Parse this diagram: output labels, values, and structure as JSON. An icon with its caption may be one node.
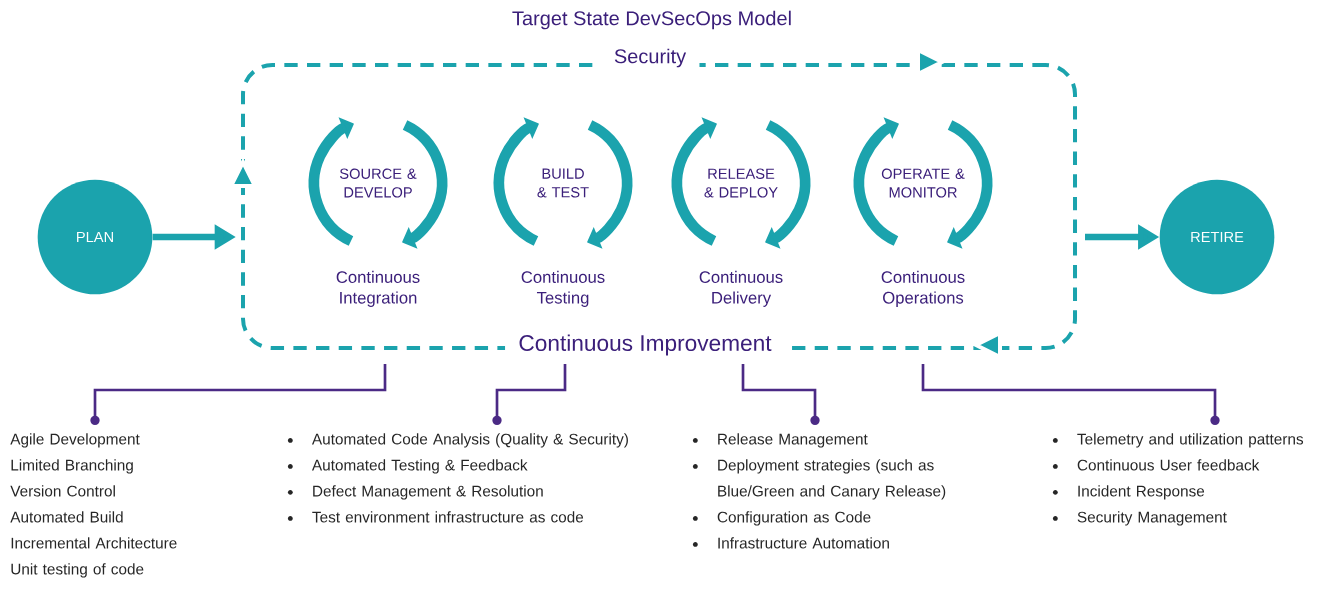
{
  "diagram": {
    "title": "Target State DevSecOps Model",
    "nodes": [
      {
        "text": [
          "PLAN"
        ]
      },
      {
        "text": [
          "Security",
          "Continuous Improvement"
        ]
      },
      {
        "text": [
          "SOURCE & DEVELOP"
        ],
        "beside": [
          "Continuous Integration"
        ],
        "in": 1
      },
      {
        "text": [
          "BUILD & TEST"
        ],
        "beside": [
          "Continuous Testing"
        ],
        "in": 1
      },
      {
        "text": [
          "RELEASE & DEPLOY"
        ],
        "beside": [
          "Continuous Delivery"
        ],
        "in": 1
      },
      {
        "text": [
          "OPERATE & MONITOR"
        ],
        "beside": [
          "Continuous Operations"
        ],
        "in": 1
      },
      {
        "text": [
          "RETIRE"
        ]
      },
      {
        "text": [
          "Agile Development",
          "Limited Branching",
          "Version Control",
          "Automated Build",
          "Incremental Architecture",
          "Unit testing of code"
        ]
      },
      {
        "text": [
          "Automated Code Analysis (Quality & Security)",
          "Automated Testing & Feedback",
          "Defect Management & Resolution",
          "Test environment infrastructure as code"
        ]
      },
      {
        "text": [
          "Release Management",
          "Deployment strategies (such as Blue/Green and Canary Release)",
          "Configuration as Code",
          "Infrastructure Automation"
        ]
      },
      {
        "text": [
          "Telemetry and utilization patterns",
          "Continuous User feedback",
          "Incident Response",
          "Security Management"
        ]
      }
    ],
    "edges": [
      {
        "from": 0,
        "to": 1,
        "arrow": "to",
        "style": "thick",
        "color": "#1ba3ad"
      },
      {
        "from": 1,
        "to": 6,
        "arrow": "to",
        "style": "thick",
        "color": "#1ba3ad"
      },
      {
        "from": 1,
        "to": 7,
        "arrow": "to"
      },
      {
        "from": 1,
        "to": 8,
        "arrow": "to"
      },
      {
        "from": 1,
        "to": 9,
        "arrow": "to"
      },
      {
        "from": 1,
        "to": 10,
        "arrow": "to"
      }
    ]
  }
}
